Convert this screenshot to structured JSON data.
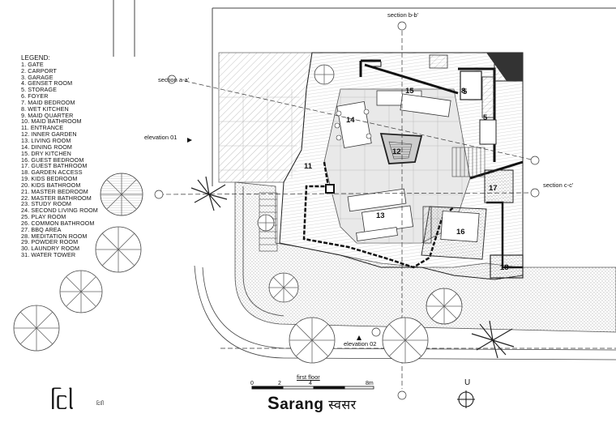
{
  "legend": {
    "title": "LEGEND:",
    "items": [
      "1. GATE",
      "2. CARPORT",
      "3. GARAGE",
      "4. GENSET ROOM",
      "5. STORAGE",
      "6. FOYER",
      "7. MAID BEDROOM",
      "8. WET KITCHEN",
      "9. MAID QUARTER",
      "10. MAID BATHROOM",
      "11. ENTRANCE",
      "12. INNER GARDEN",
      "13. LIVING ROOM",
      "14. DINING ROOM",
      "15. DRY KITCHEN",
      "16. GUEST BEDROOM",
      "17. GUEST BATHROOM",
      "18. GARDEN ACCESS",
      "19. KIDS BEDROOM",
      "20. KIDS BATHROOM",
      "21. MASTER BEDROOM",
      "22. MASTER BATHROOM",
      "23. STUDY ROOM",
      "24. SECOND LIVING ROOM",
      "25. PLAY ROOM",
      "26. COMMON BATHROOM",
      "27. BBQ AREA",
      "28. MEDITATION ROOM",
      "29. POWDER ROOM",
      "30. LAUNDRY ROOM",
      "31. WATER TOWER"
    ]
  },
  "sections": {
    "bb": "section b-b'",
    "aa": "section a-a'",
    "cc": "section c-c'"
  },
  "elevations": {
    "e01": "elevation 01",
    "e02": "elevation 02"
  },
  "rooms": [
    "5",
    "8",
    "11",
    "12",
    "13",
    "14",
    "15",
    "16",
    "17",
    "18"
  ],
  "scale": {
    "caption": "first floor",
    "ticks": [
      "0",
      "2",
      "4",
      "8m"
    ]
  },
  "title": {
    "first": "S",
    "rest": "arang",
    "devanagari": "स्वसर"
  },
  "logo": {
    "mark": "ᥬᥴᥣ",
    "sub": "ᥬᥴᥣᥥ"
  },
  "north": "U"
}
